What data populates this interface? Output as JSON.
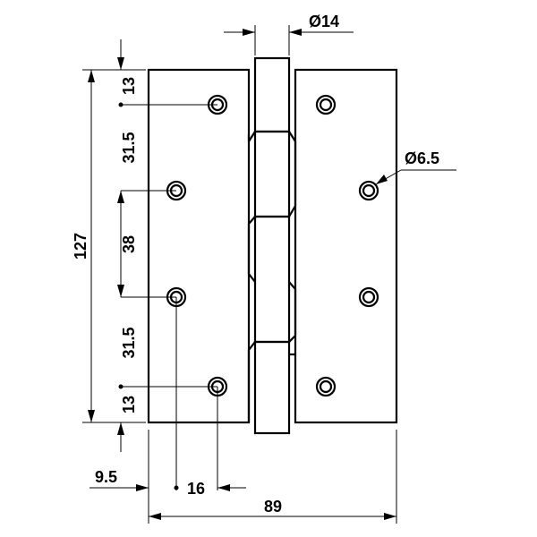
{
  "drawing": {
    "dimensions": {
      "pin_diameter": "Ø14",
      "hole_diameter": "Ø6.5",
      "overall_height": "127",
      "top_offset": "13",
      "upper_spacing": "31.5",
      "middle_spacing": "38",
      "lower_spacing": "31.5",
      "bottom_offset": "13",
      "edge_offset": "9.5",
      "hole_offset": "16",
      "overall_width": "89"
    }
  }
}
